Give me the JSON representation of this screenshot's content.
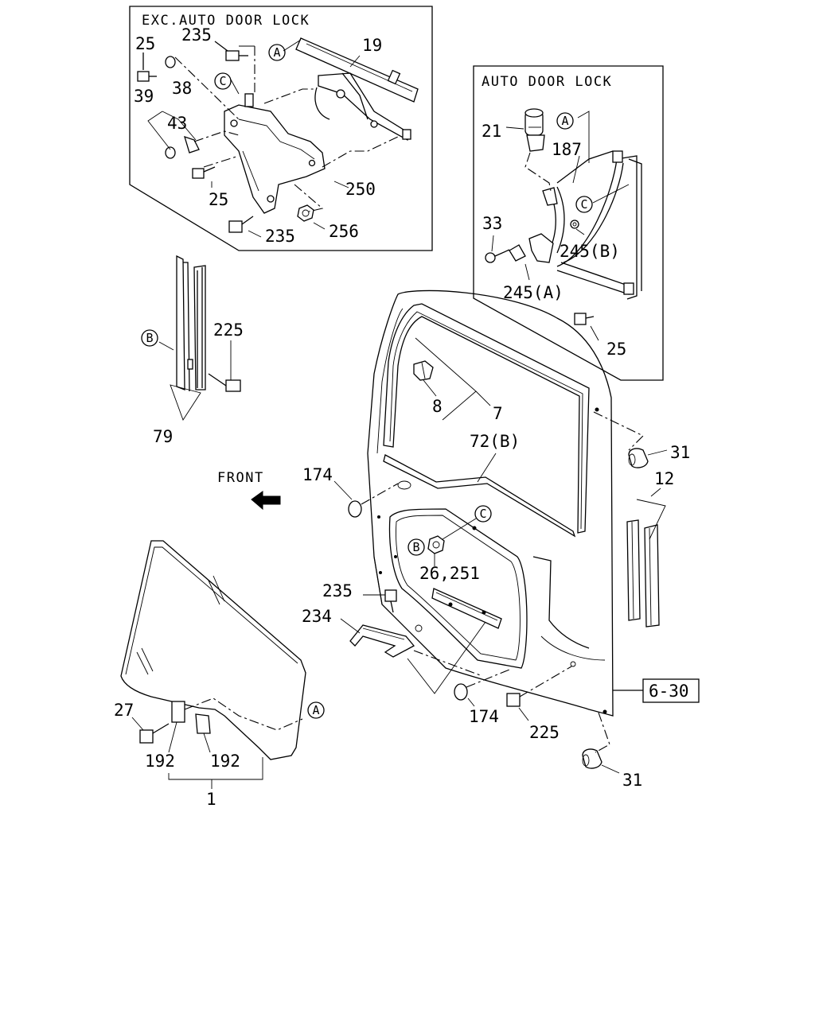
{
  "panels": {
    "exc_auto_title": "EXC.AUTO DOOR LOCK",
    "auto_title": "AUTO DOOR LOCK"
  },
  "direction_label": "FRONT",
  "callouts": {
    "c1": "25",
    "c2": "235",
    "c3": "19",
    "c4": "38",
    "c5": "39",
    "c6": "43",
    "c7": "25",
    "c8": "250",
    "c9": "235",
    "c10": "256",
    "c11": "21",
    "c12": "187",
    "c13": "33",
    "c14": "245(B)",
    "c15": "245(A)",
    "c16": "25",
    "c17": "225",
    "c18": "79",
    "c19": "8",
    "c20": "7",
    "c21": "31",
    "c22": "72(B)",
    "c23": "174",
    "c24": "12",
    "c25": "26,251",
    "c26": "235",
    "c27": "234",
    "c28": "6-30",
    "c29": "174",
    "c30": "225",
    "c31": "27",
    "c32": "192",
    "c33": "192",
    "c34": "1",
    "c35": "31"
  },
  "refs": {
    "a": "A",
    "b": "B",
    "c": "C"
  }
}
